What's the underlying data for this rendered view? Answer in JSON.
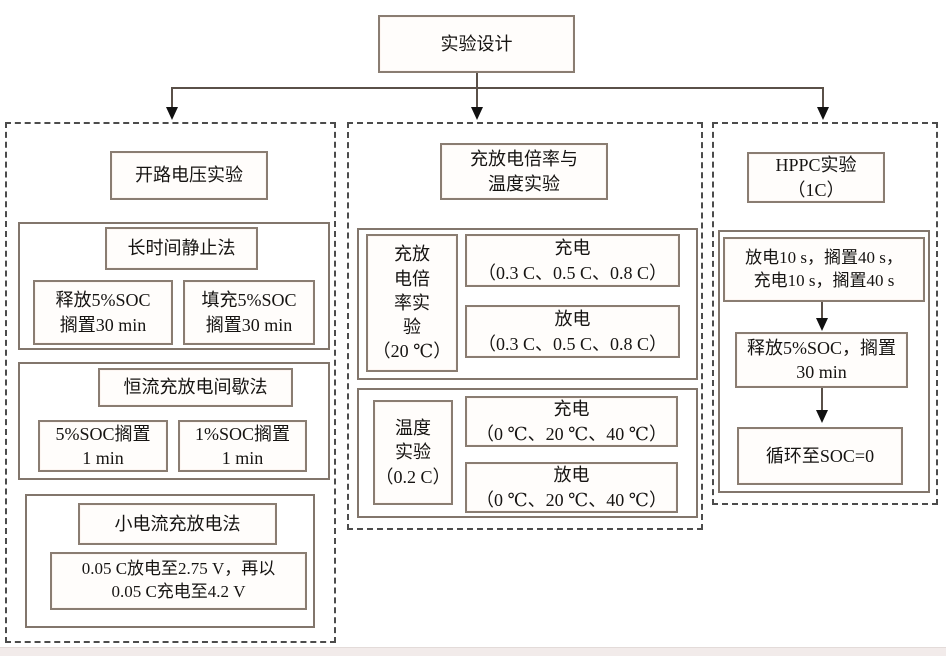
{
  "root": {
    "title": "实验设计"
  },
  "left_panel": {
    "title": "开路电压实验",
    "long_rest": {
      "title": "长时间静止法",
      "discharge_step": "释放5%SOC\n搁置30 min",
      "charge_step": "填充5%SOC\n搁置30 min"
    },
    "intermittent": {
      "title": "恒流充放电间歇法",
      "step_5soc": "5%SOC搁置\n1 min",
      "step_1soc": "1%SOC搁置\n1 min"
    },
    "small_current": {
      "title": "小电流充放电法",
      "step": "0.05 C放电至2.75 V，再以\n0.05 C充电至4.2 V"
    }
  },
  "middle_panel": {
    "title": "充放电倍率与\n温度实验",
    "rate_group": {
      "label": "充放\n电倍\n率实\n验\n（20 ℃）",
      "charge": "充电\n（0.3 C、0.5 C、0.8 C）",
      "discharge": "放电\n（0.3 C、0.5 C、0.8 C）"
    },
    "temperature_group": {
      "label": "温度\n实验\n（0.2 C）",
      "charge": "充电\n（0 ℃、20 ℃、40 ℃）",
      "discharge": "放电\n（0 ℃、20 ℃、40 ℃）"
    }
  },
  "right_panel": {
    "title": "HPPC实验\n（1C）",
    "step1": "放电10 s，搁置40 s，\n充电10 s，搁置40 s",
    "step2": "释放5%SOC，搁置\n30 min",
    "step3": "循环至SOC=0"
  },
  "colors": {
    "box_border": "#8a7d72",
    "group_border": "#82766c",
    "dashed_border": "#4c4c4c",
    "connector_line": "#5a5048",
    "arrow_fill": "#111111",
    "box_fill": "#fffdfb",
    "footer_strip": "#f2ebea"
  }
}
